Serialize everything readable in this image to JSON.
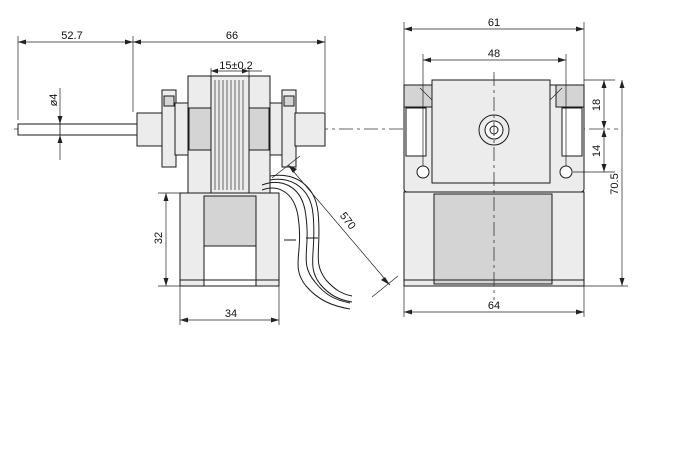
{
  "drawing": {
    "side_view": {
      "dims": {
        "shaft_length": "52.7",
        "overall_length": "66",
        "stack": "15±0.2",
        "shaft_dia": "ø4",
        "coil_height": "32",
        "coil_width": "34",
        "lead_length": "570"
      }
    },
    "front_view": {
      "dims": {
        "top_width": "61",
        "mount_spacing": "48",
        "offset_upper": "18",
        "offset_lower": "14",
        "overall_height": "70.5",
        "base_width": "64"
      }
    }
  }
}
